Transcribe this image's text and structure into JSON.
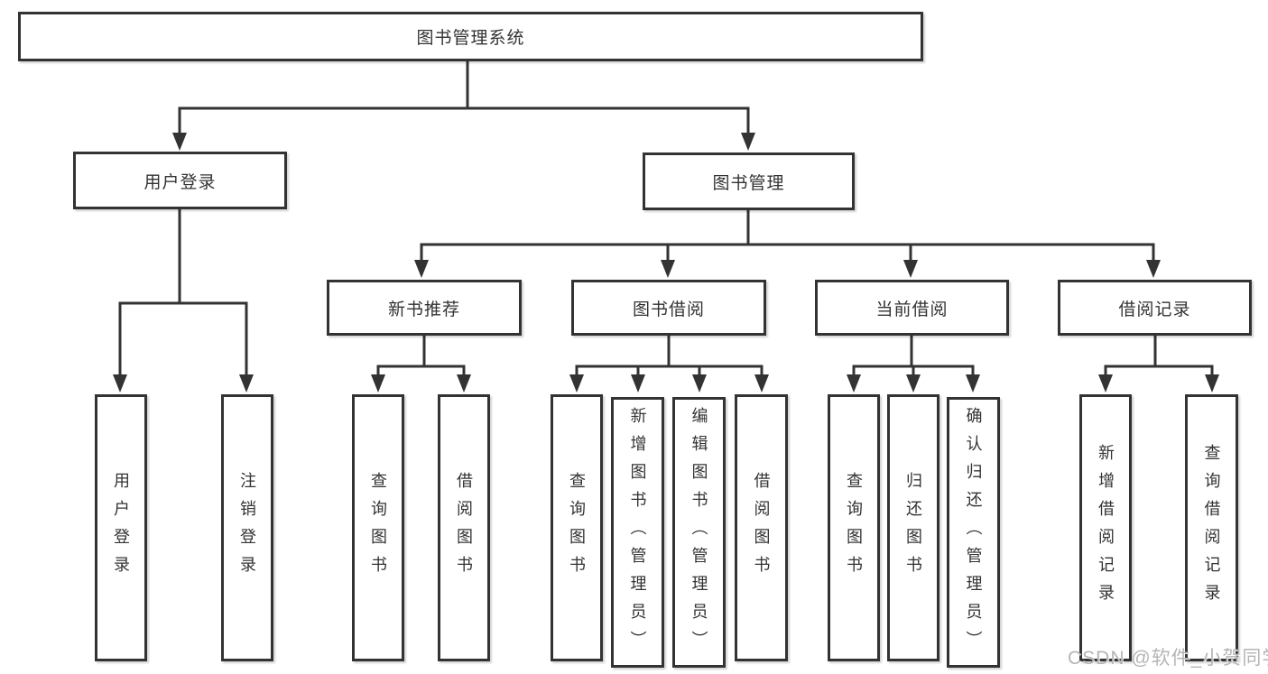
{
  "diagram": {
    "type": "hierarchy-tree",
    "tree": {
      "root": {
        "label": "图书管理系统"
      },
      "level2": [
        {
          "label": "用户登录",
          "children": [
            {
              "label": "用户登录"
            },
            {
              "label": "注销登录"
            }
          ]
        },
        {
          "label": "图书管理"
        }
      ],
      "level3": [
        {
          "label": "新书推荐",
          "children": [
            {
              "label": "查询图书"
            },
            {
              "label": "借阅图书"
            }
          ]
        },
        {
          "label": "图书借阅",
          "children": [
            {
              "label": "查询图书"
            },
            {
              "label": "新增图书（管理员）"
            },
            {
              "label": "编辑图书（管理员）"
            },
            {
              "label": "借阅图书"
            }
          ]
        },
        {
          "label": "当前借阅",
          "children": [
            {
              "label": "查询图书"
            },
            {
              "label": "归还图书"
            },
            {
              "label": "确认归还（管理员）"
            }
          ]
        },
        {
          "label": "借阅记录",
          "children": [
            {
              "label": "新增借阅记录"
            },
            {
              "label": "查询借阅记录"
            }
          ]
        }
      ]
    },
    "colors": {
      "line": "#333333",
      "box_border": "#333333",
      "text": "#333333",
      "background": "#ffffff",
      "watermark": "#b5b5b5"
    }
  },
  "watermark": {
    "text": "CSDN @软件_小贺同学"
  }
}
